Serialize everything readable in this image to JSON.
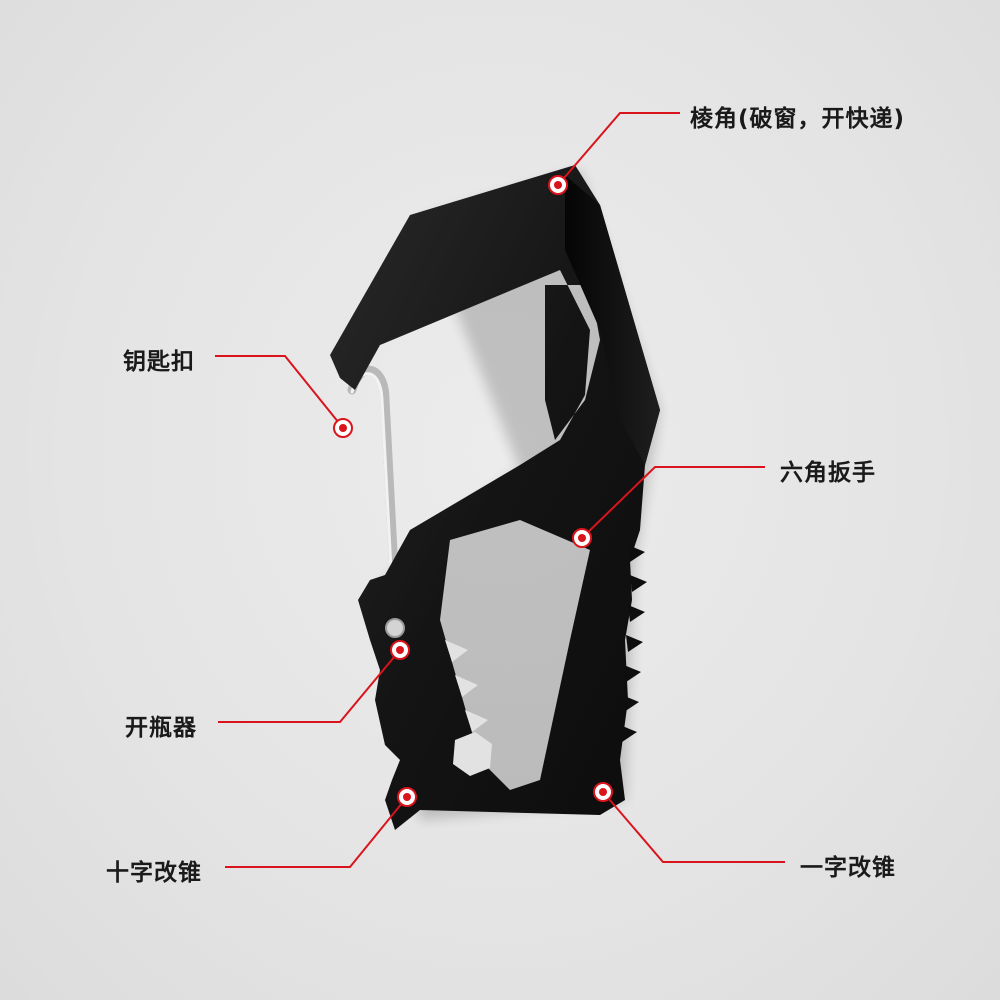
{
  "callouts": {
    "corner": "棱角(破窗，开快递)",
    "keyring": "钥匙扣",
    "hex_wrench": "六角扳手",
    "bottle_opener": "开瓶器",
    "phillips_driver": "十字改锥",
    "flat_driver": "一字改锥"
  },
  "colors": {
    "accent": "#d9141c",
    "tool": "#151515",
    "background": "#e6e6e6"
  }
}
